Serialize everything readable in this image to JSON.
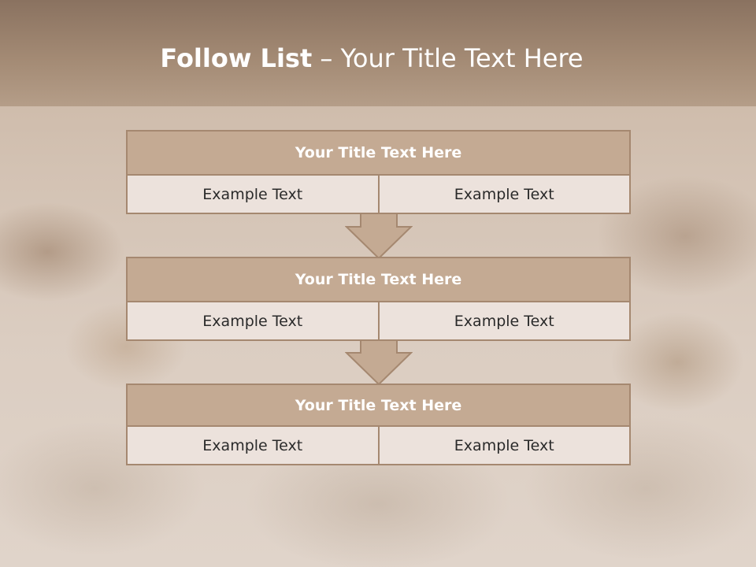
{
  "title": {
    "bold": "Follow List",
    "rest": " – Your Title Text Here"
  },
  "blocks": [
    {
      "title": "Your Title Text Here",
      "left": "Example Text",
      "right": "Example Text"
    },
    {
      "title": "Your Title Text Here",
      "left": "Example Text",
      "right": "Example Text"
    },
    {
      "title": "Your Title Text Here",
      "left": "Example Text",
      "right": "Example Text"
    }
  ],
  "colors": {
    "header": "#a38a74",
    "block_title_fill": "#c4aa93",
    "cell_fill": "#ece2dc",
    "border": "#a58870",
    "arrow_fill": "#c4aa93"
  }
}
